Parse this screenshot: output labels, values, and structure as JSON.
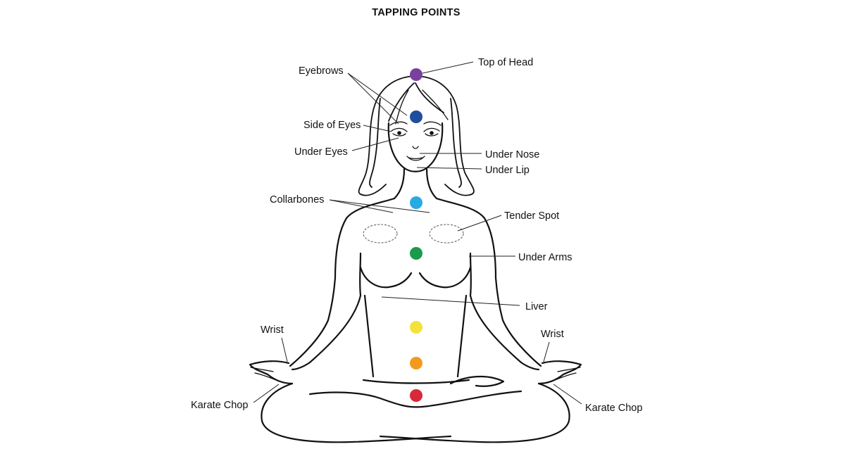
{
  "title": "TAPPING POINTS",
  "labels": {
    "top_of_head": "Top of Head",
    "eyebrows": "Eyebrows",
    "side_of_eyes": "Side of Eyes",
    "under_eyes": "Under Eyes",
    "under_nose": "Under Nose",
    "under_lip": "Under Lip",
    "collarbones": "Collarbones",
    "tender_spot": "Tender Spot",
    "under_arms": "Under Arms",
    "liver": "Liver",
    "wrist_left": "Wrist",
    "wrist_right": "Wrist",
    "karate_chop_left": "Karate Chop",
    "karate_chop_right": "Karate Chop"
  },
  "chakra_colors": {
    "crown": "#7b3fa0",
    "third_eye": "#1f4f9c",
    "throat": "#29abe2",
    "heart": "#1a9a4a",
    "solar_plexus": "#f4e23a",
    "sacral": "#f39a1e",
    "root": "#d9283a"
  }
}
